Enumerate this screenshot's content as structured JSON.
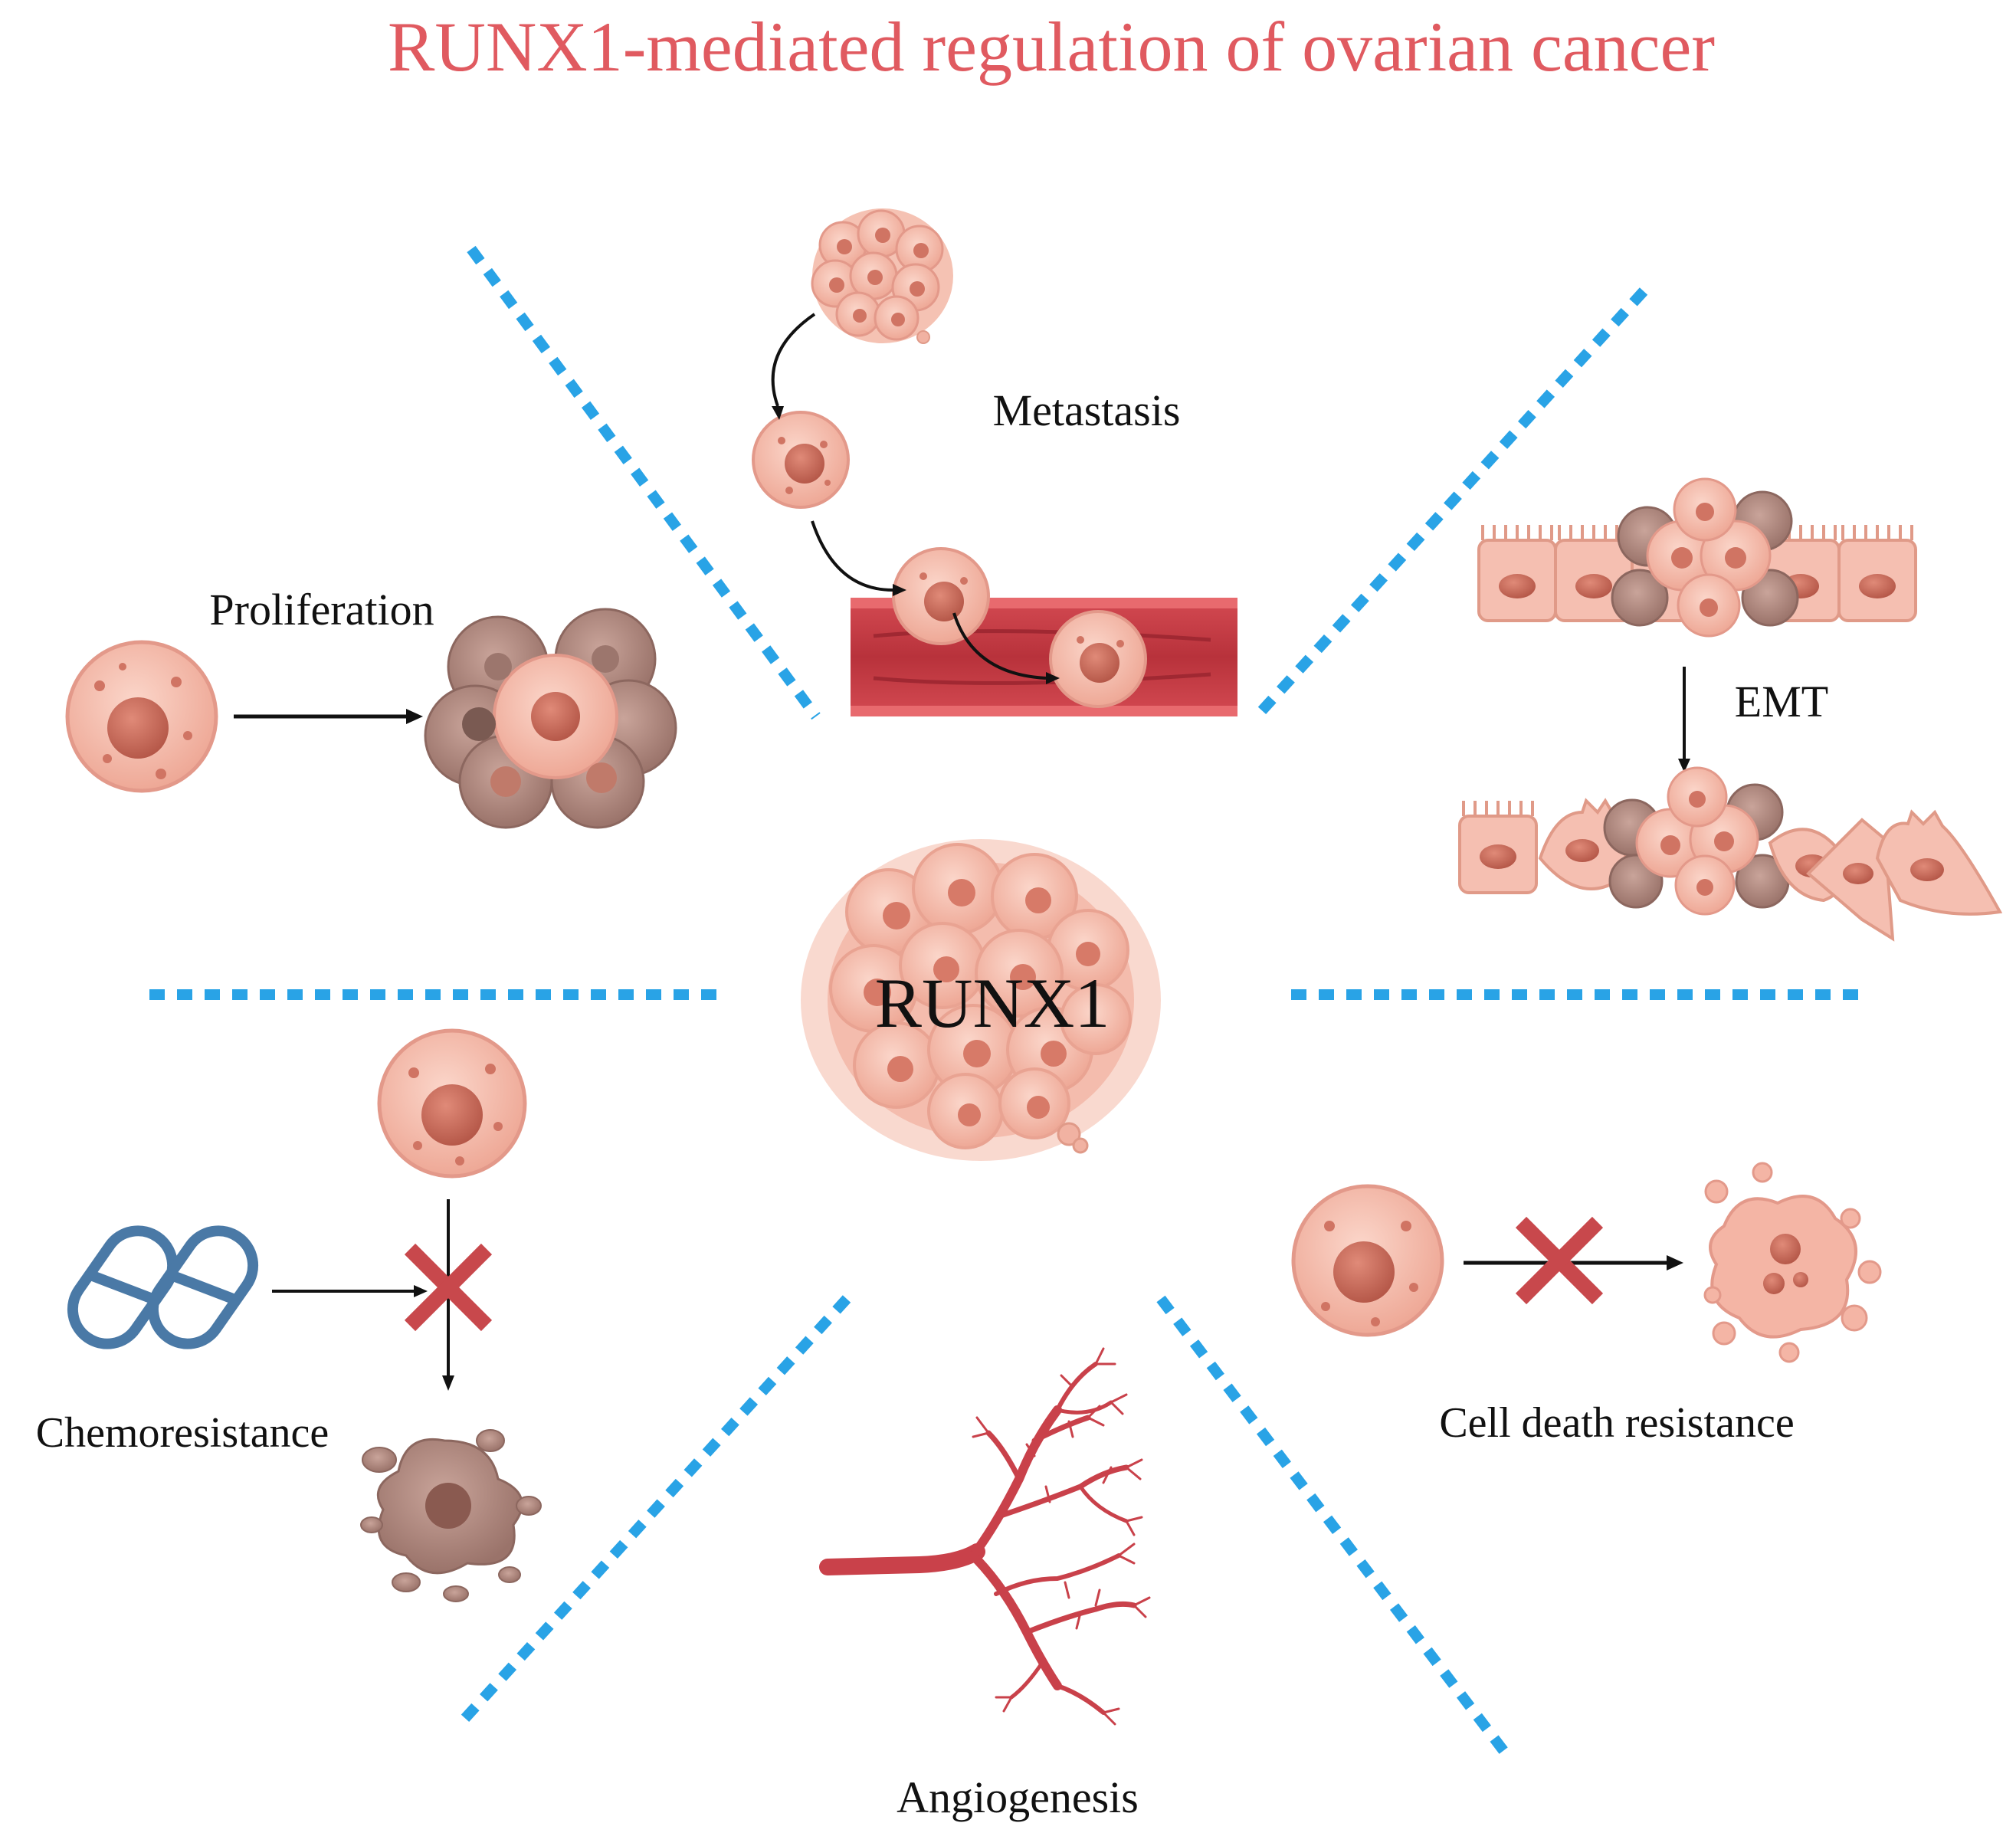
{
  "title": "RUNX1-mediated regulation of ovarian cancer",
  "center_label": "RUNX1",
  "labels": {
    "metastasis": "Metastasis",
    "proliferation": "Proliferation",
    "emt": "EMT",
    "chemoresistance": "Chemoresistance",
    "cell_death_resistance": "Cell death resistance",
    "angiogenesis": "Angiogenesis"
  },
  "colors": {
    "title": "#e05a60",
    "divider": "#29a3e6",
    "cell_fill": "#f4b8a8",
    "cell_nucleus": "#c96a5a",
    "dark_cell_fill": "#b08a80",
    "vessel": "#c9414a",
    "pill": "#4a79a6",
    "cross": "#c8484c"
  }
}
